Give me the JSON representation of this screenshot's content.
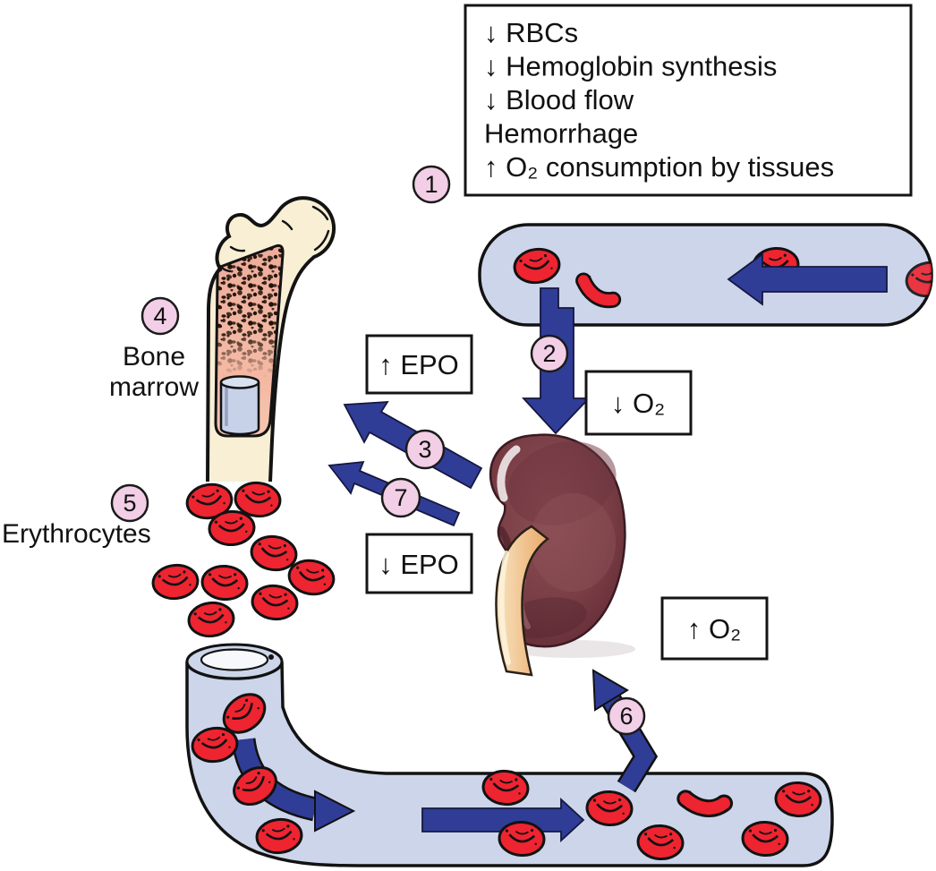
{
  "causes_box": {
    "lines": [
      "↓ RBCs",
      "↓ Hemoglobin synthesis",
      "↓ Blood flow",
      "Hemorrhage",
      "↑ O₂ consumption by tissues"
    ]
  },
  "boxes": {
    "o2_down": "↓ O₂",
    "o2_up": "↑ O₂",
    "epo_up": "↑ EPO",
    "epo_down": "↓ EPO"
  },
  "labels": {
    "bone_marrow": [
      "Bone",
      "marrow"
    ],
    "erythrocytes": "Erythrocytes"
  },
  "step_markers": [
    "1",
    "2",
    "3",
    "4",
    "5",
    "6",
    "7"
  ],
  "colors": {
    "vessel_fill": "#ccd5ea",
    "arrow_navy": "#303d96",
    "marker_pink": "#f2cfe6",
    "rbc_red": "#ee2431",
    "kidney_maroon": "#7a3f47",
    "bone_cream": "#f8efd5",
    "marrow_pink": "#f2b2a2",
    "ureter_tan": "#eeb273",
    "outline_black": "#121212"
  }
}
